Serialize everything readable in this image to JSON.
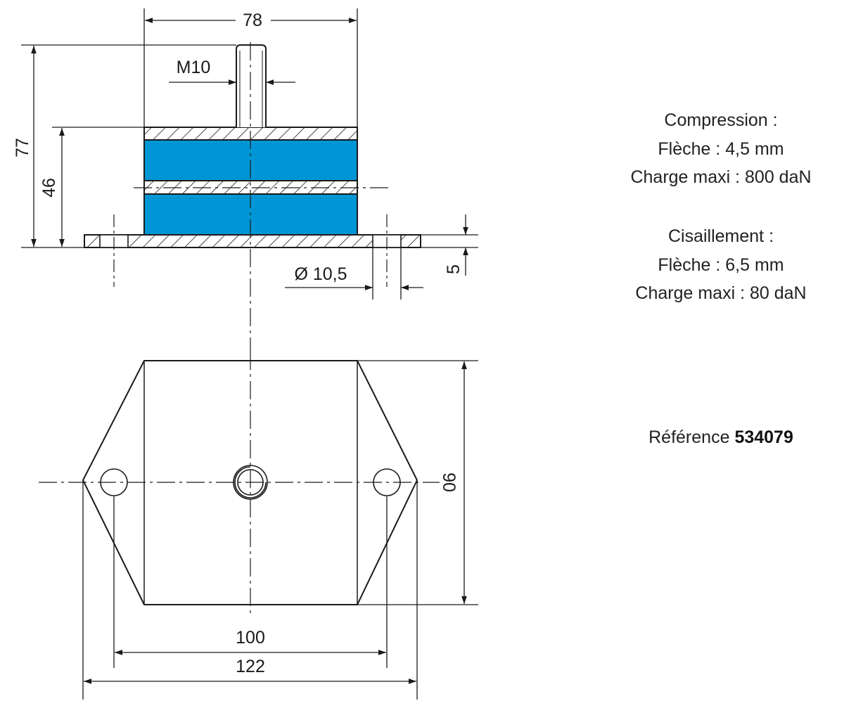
{
  "colors": {
    "elastomer": "#0096D6",
    "line": "#1a1a1a",
    "background": "#ffffff"
  },
  "drawing": {
    "dimensions": {
      "width_top": "78",
      "thread": "M10",
      "total_height": "77",
      "body_height": "46",
      "hole_diameter": "Ø 10,5",
      "plate_thickness": "5",
      "depth": "90",
      "hole_spacing": "100",
      "overall_length": "122"
    }
  },
  "specs": {
    "compression": {
      "title": "Compression :",
      "deflection": "Flèche : 4,5 mm",
      "max_load": "Charge maxi : 800 daN"
    },
    "shear": {
      "title": "Cisaillement :",
      "deflection": "Flèche : 6,5 mm",
      "max_load": "Charge maxi : 80 daN"
    },
    "reference": {
      "label": "Référence",
      "value": "534079"
    }
  }
}
